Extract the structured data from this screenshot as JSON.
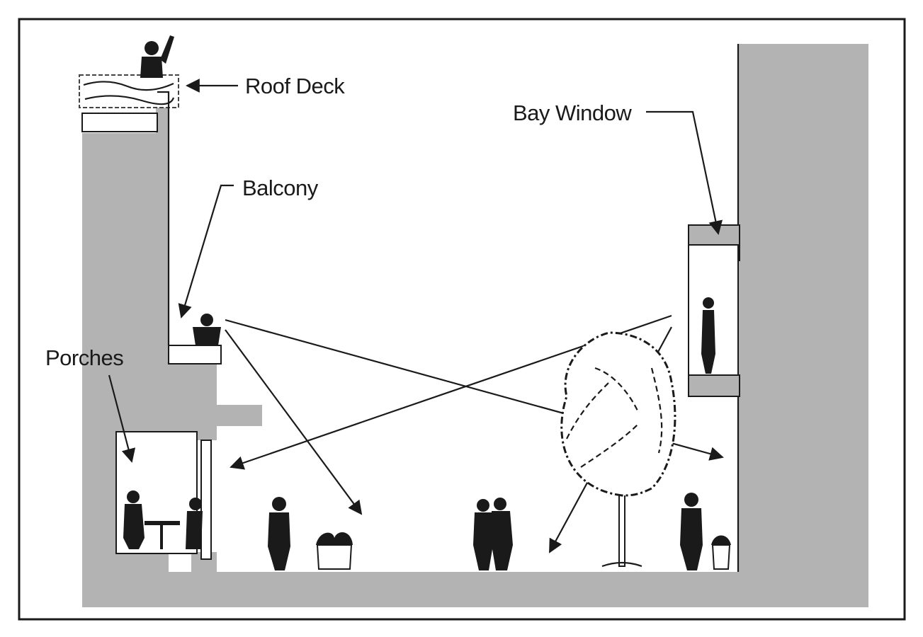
{
  "diagram": {
    "labels": {
      "roof_deck": "Roof Deck",
      "bay_window": "Bay Window",
      "balcony": "Balcony",
      "porches": "Porches"
    },
    "colors": {
      "wall": "#b3b3b3",
      "ink": "#1a1a1a",
      "background": "#ffffff"
    }
  }
}
